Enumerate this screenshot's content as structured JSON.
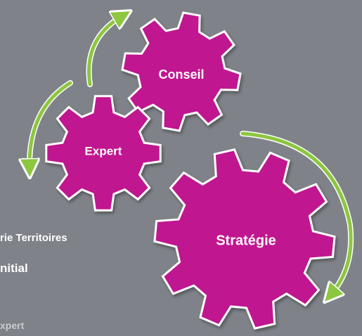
{
  "gears": [
    {
      "id": "conseil",
      "label": "Conseil"
    },
    {
      "id": "expert",
      "label": "Expert"
    },
    {
      "id": "strategie",
      "label": "Stratégie"
    }
  ],
  "side_text": {
    "line1": "rie Territoires",
    "line2": "nitial",
    "line3": "xpert"
  },
  "colors": {
    "background": "#7f8389",
    "gear_fill": "#c0168f",
    "gear_stroke": "#ffffff",
    "arrow": "#8dc63f",
    "label": "#ffffff"
  }
}
